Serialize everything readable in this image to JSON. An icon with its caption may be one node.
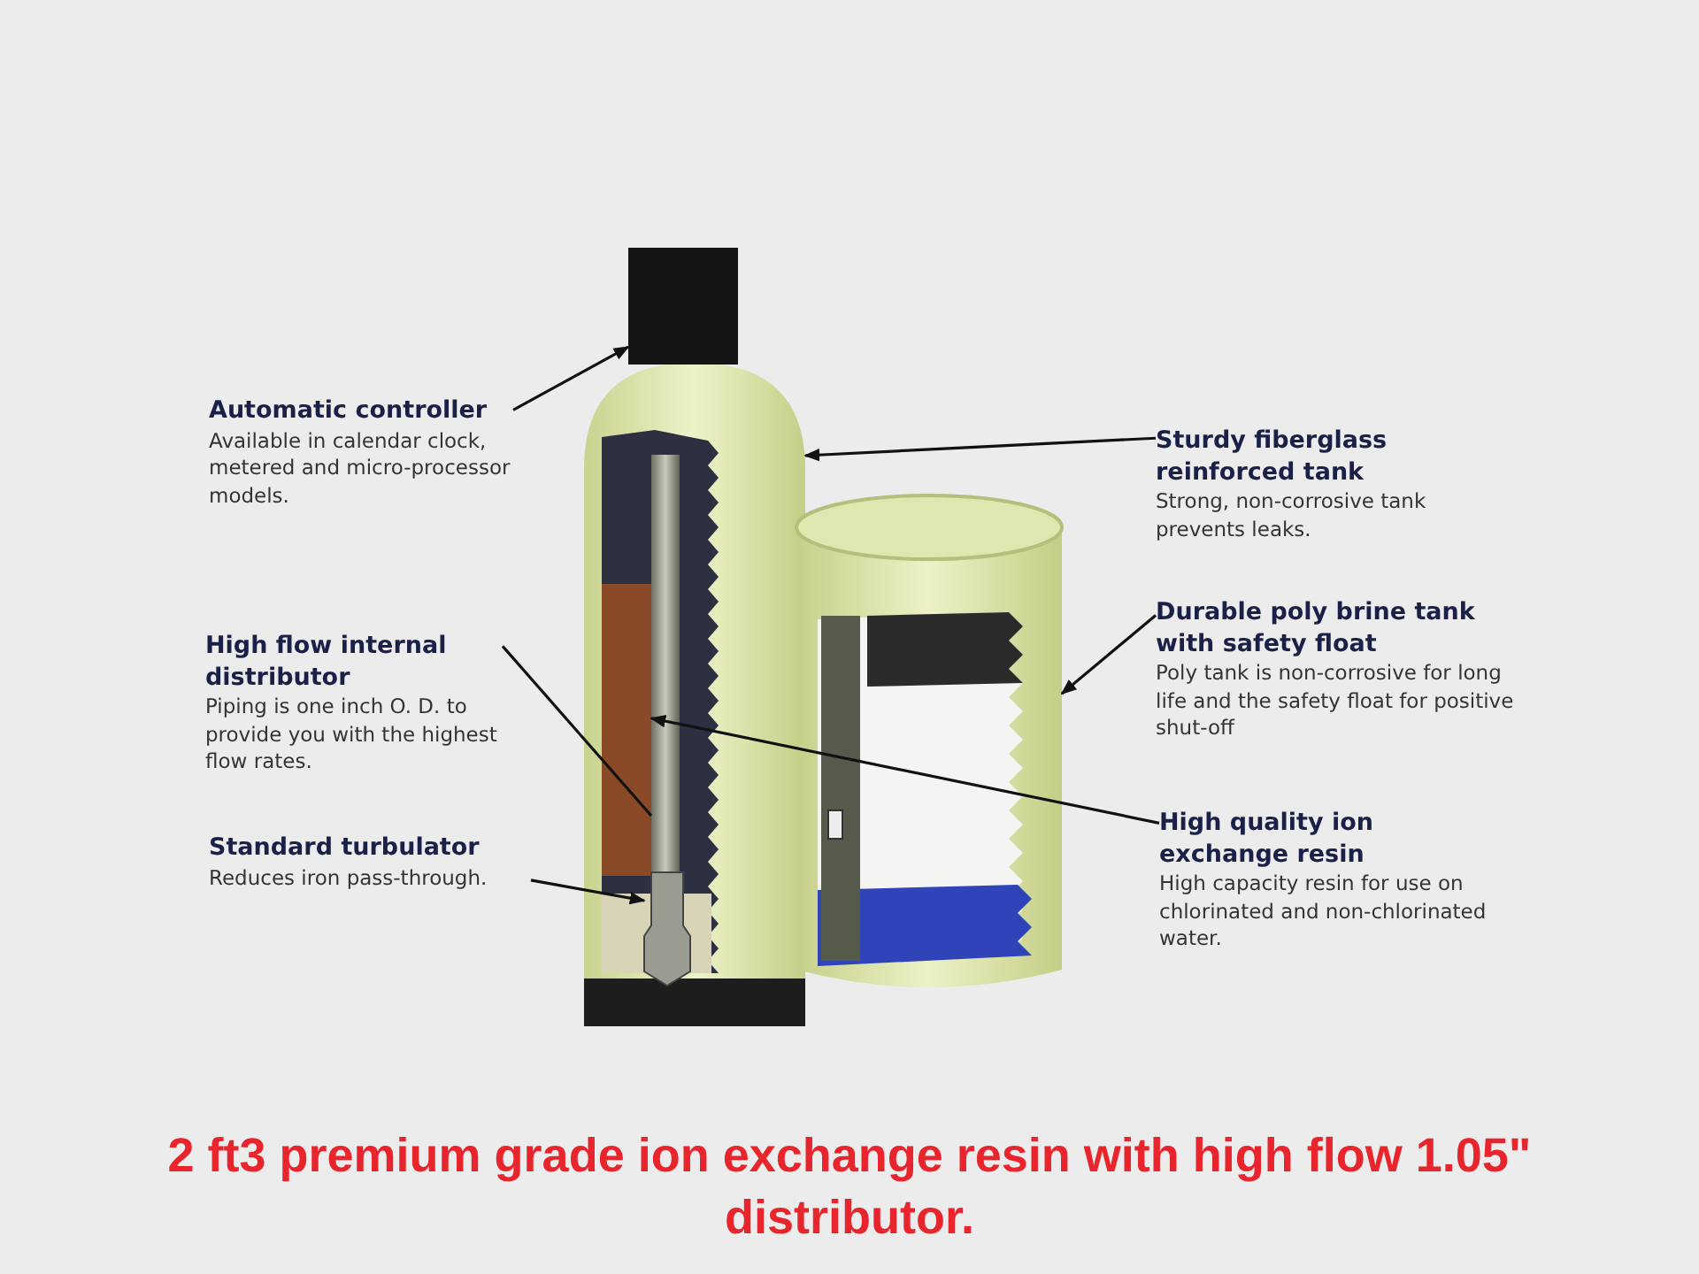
{
  "diagram": {
    "caption": "2 ft3 premium grade ion exchange resin with high flow 1.05\" distributor.",
    "nodes": [
      {
        "text": [
          "Automatic controller",
          "Available in calendar clock, metered and micro-processor models."
        ]
      },
      {
        "text": [
          "High flow internal distributor",
          "Piping is one inch O. D. to provide you with the highest flow rates."
        ]
      },
      {
        "text": [
          "Standard turbulator",
          "Reduces iron pass-through."
        ]
      },
      {
        "text": [
          "Sturdy fiberglass reinforced tank",
          "Strong, non-corrosive tank prevents leaks."
        ]
      },
      {
        "text": [
          "Durable poly brine tank with safety float",
          "Poly tank is non-corrosive for long life and the safety float for positive shut-off"
        ]
      },
      {
        "text": [
          "High quality ion exchange resin",
          "High capacity resin for use on chlorinated and non-chlorinated water."
        ]
      },
      {
        "text": [],
        "shape": "box"
      },
      {
        "text": [],
        "shape": "picture"
      },
      {
        "text": [],
        "shape": "picture",
        "in": 7
      },
      {
        "text": [],
        "shape": "picture",
        "in": 7
      },
      {
        "text": [],
        "shape": "picture"
      },
      {
        "text": [],
        "shape": "box",
        "in": 7
      }
    ],
    "edges": [
      {
        "from": 0,
        "to": 6,
        "arrow": "to"
      },
      {
        "from": 3,
        "to": 7,
        "arrow": "to"
      },
      {
        "from": 4,
        "to": 10,
        "arrow": "to"
      },
      {
        "from": 1,
        "to": 8,
        "arrow": "none"
      },
      {
        "from": 5,
        "to": 11,
        "arrow": "to"
      },
      {
        "from": 2,
        "to": 9,
        "arrow": "to"
      }
    ]
  }
}
